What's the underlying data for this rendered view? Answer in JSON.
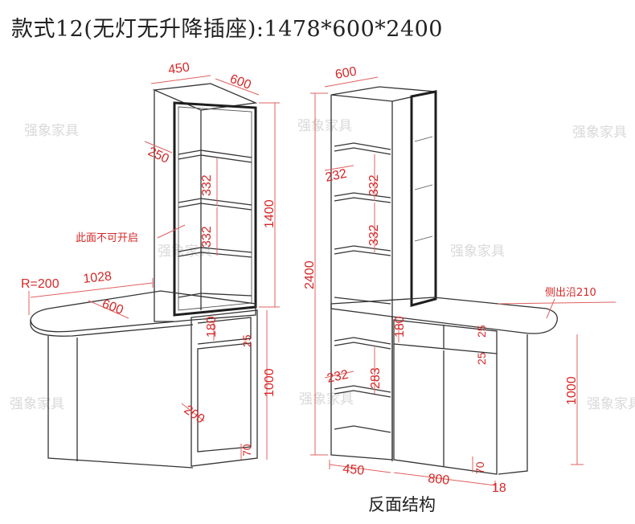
{
  "title": "款式12(无灯无升降插座):1478*600*2400",
  "caption": "反面结构",
  "watermark": "强象家具",
  "colors": {
    "line": "#333333",
    "dimension": "#d42828",
    "watermark": "#d9d9d9"
  },
  "left_view": {
    "dims": {
      "top_width": "450",
      "top_depth": "600",
      "shelf_depth": "250",
      "shelf_gap_1": "332",
      "shelf_gap_2": "332",
      "upper_height": "1400",
      "radius": "R=200",
      "counter_length": "1028",
      "counter_depth": "600",
      "drawer_height": "180",
      "rail": "25",
      "lower_height": "1000",
      "door_depth": "200",
      "plinth": "70"
    },
    "note": "此面不可开启"
  },
  "right_view": {
    "dims": {
      "top_depth": "600",
      "total_height": "2400",
      "shelf_depth_1": "232",
      "shelf_gap_1": "332",
      "shelf_gap_2": "332",
      "drawer_height": "180",
      "rail_1": "25",
      "rail_2": "25",
      "shelf_depth_2": "232",
      "lower_gap": "283",
      "counter_height": "1000",
      "plinth": "70",
      "bottom_left": "450",
      "bottom_right": "800",
      "bottom_edge": "18"
    },
    "note": "侧出沿210"
  }
}
